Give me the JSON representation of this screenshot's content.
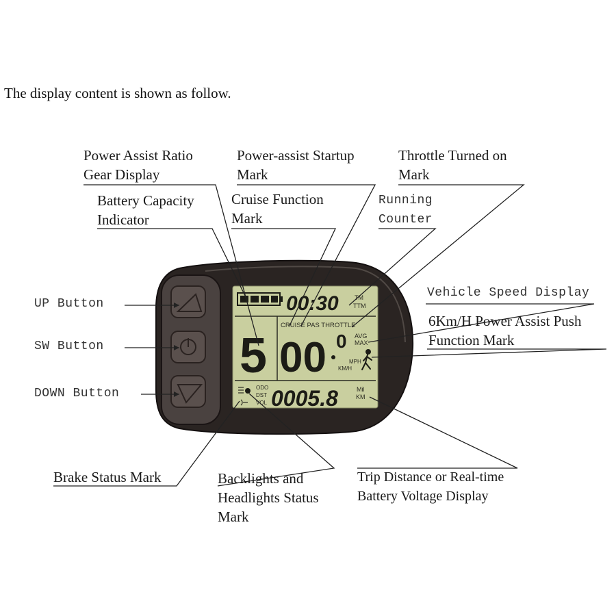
{
  "intro": "The display content is shown as follow.",
  "labels": {
    "power_assist_ratio_1": "Power Assist Ratio",
    "power_assist_ratio_2": "Gear Display",
    "battery_capacity_1": "Battery Capacity",
    "battery_capacity_2": "Indicator",
    "power_assist_startup_1": "Power-assist Startup",
    "power_assist_startup_2": "Mark",
    "cruise_function_1": "Cruise Function",
    "cruise_function_2": "Mark",
    "throttle_turned_on_1": "Throttle Turned on",
    "throttle_turned_on_2": "Mark",
    "running_counter_1": "Running",
    "running_counter_2": "Counter",
    "vehicle_speed": "Vehicle Speed Display",
    "push_function_1": "6Km/H Power Assist Push",
    "push_function_2": "Function Mark",
    "up_button": "UP Button",
    "sw_button": "SW Button",
    "down_button": "DOWN Button",
    "brake_status": "Brake Status Mark",
    "backlights_1": "Backlights and",
    "backlights_2": "Headlights Status",
    "backlights_3": "Mark",
    "trip_distance_1": "Trip Distance or Real-time",
    "trip_distance_2": "Battery Voltage Display"
  },
  "lcd": {
    "timer": "00:30",
    "timer_unit_1": "TM",
    "timer_unit_2": "TTM",
    "mode_labels": "CRUISE PAS THROTTLE",
    "gear": "5",
    "speed": "00",
    "speed_decimal": "0",
    "avg": "AVG",
    "max": "MAX",
    "mph": "MPH",
    "kmh": "KM/H",
    "odo": "ODO",
    "dst": "DST",
    "vol": "VOL",
    "distance": "0005.8",
    "mil": "Mil",
    "km": "KM"
  },
  "colors": {
    "lcd_background": "#c9cf9f",
    "device_shell": "#2a2422",
    "segments": "#1c1c16"
  }
}
